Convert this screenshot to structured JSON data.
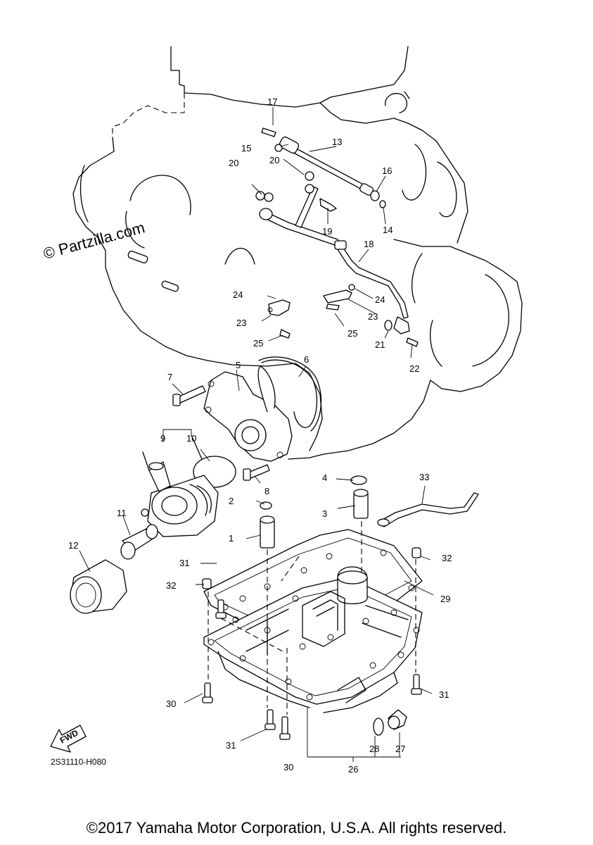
{
  "watermark": "© Partzilla.com",
  "diagram_code": "2S31110-H080",
  "fwd_label": "FWD",
  "copyright": "©2017 Yamaha Motor Corporation, U.S.A. All rights reserved.",
  "callouts": [
    {
      "id": "c1",
      "text": "1"
    },
    {
      "id": "c2",
      "text": "2"
    },
    {
      "id": "c3",
      "text": "3"
    },
    {
      "id": "c4",
      "text": "4"
    },
    {
      "id": "c5",
      "text": "5"
    },
    {
      "id": "c6",
      "text": "6"
    },
    {
      "id": "c7",
      "text": "7"
    },
    {
      "id": "c8",
      "text": "8"
    },
    {
      "id": "c9",
      "text": "9"
    },
    {
      "id": "c10",
      "text": "10"
    },
    {
      "id": "c11",
      "text": "11"
    },
    {
      "id": "c12",
      "text": "12"
    },
    {
      "id": "c13",
      "text": "13"
    },
    {
      "id": "c14",
      "text": "14"
    },
    {
      "id": "c15",
      "text": "15"
    },
    {
      "id": "c16",
      "text": "16"
    },
    {
      "id": "c17",
      "text": "17"
    },
    {
      "id": "c18",
      "text": "18"
    },
    {
      "id": "c19",
      "text": "19"
    },
    {
      "id": "c20a",
      "text": "20"
    },
    {
      "id": "c20b",
      "text": "20"
    },
    {
      "id": "c21",
      "text": "21"
    },
    {
      "id": "c22",
      "text": "22"
    },
    {
      "id": "c23a",
      "text": "23"
    },
    {
      "id": "c23b",
      "text": "23"
    },
    {
      "id": "c24a",
      "text": "24"
    },
    {
      "id": "c24b",
      "text": "24"
    },
    {
      "id": "c25a",
      "text": "25"
    },
    {
      "id": "c25b",
      "text": "25"
    },
    {
      "id": "c26",
      "text": "26"
    },
    {
      "id": "c27",
      "text": "27"
    },
    {
      "id": "c28",
      "text": "28"
    },
    {
      "id": "c29",
      "text": "29"
    },
    {
      "id": "c30a",
      "text": "30"
    },
    {
      "id": "c30b",
      "text": "30"
    },
    {
      "id": "c31a",
      "text": "31"
    },
    {
      "id": "c31b",
      "text": "31"
    },
    {
      "id": "c31c",
      "text": "31"
    },
    {
      "id": "c32a",
      "text": "32"
    },
    {
      "id": "c32b",
      "text": "32"
    },
    {
      "id": "c33",
      "text": "33"
    }
  ]
}
